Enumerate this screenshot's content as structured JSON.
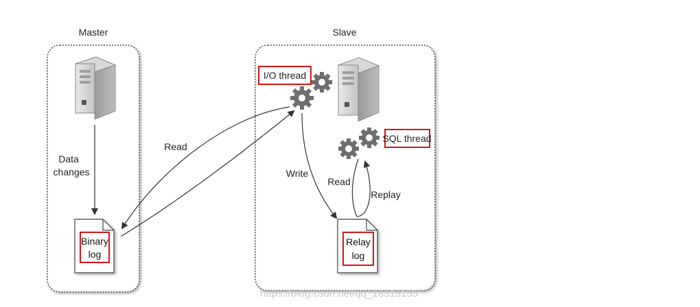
{
  "master": {
    "title": "Master",
    "data_changes_line1": "Data",
    "data_changes_line2": "changes",
    "binary_log_line1": "Binary",
    "binary_log_line2": "log"
  },
  "slave": {
    "title": "Slave",
    "io_thread": "I/O thread",
    "sql_thread": "SQL thread",
    "relay_log_line1": "Relay",
    "relay_log_line2": "log"
  },
  "arrows": {
    "read_master": "Read",
    "write": "Write",
    "read_relay": "Read",
    "replay": "Replay"
  },
  "watermark": "https://blog.csdn.net/qq_18515155",
  "colors": {
    "highlight_box": "#d01616",
    "container_border": "#555555",
    "arrow": "#333333",
    "gear": "#6e6e6e"
  }
}
